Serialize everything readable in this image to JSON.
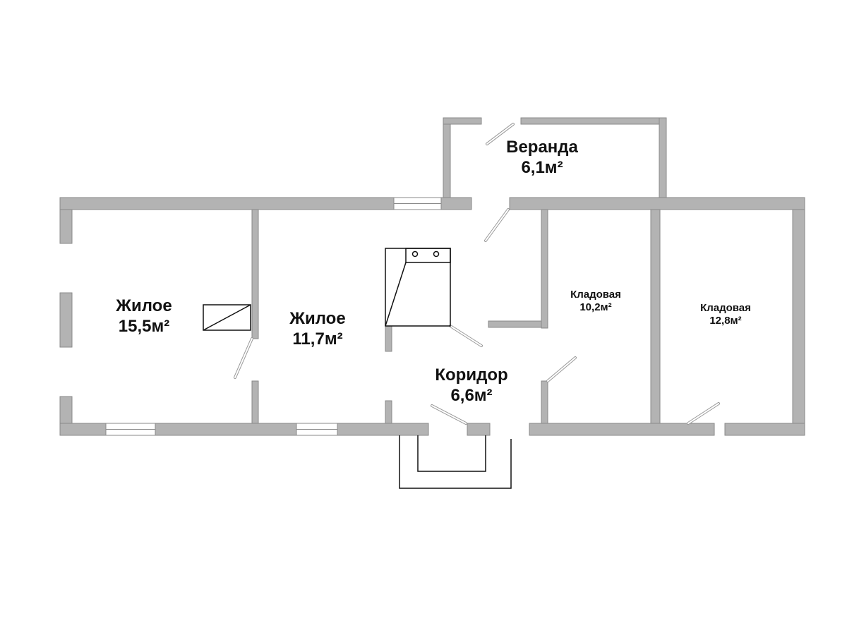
{
  "rooms": [
    {
      "name": "Веранда",
      "area": "6,1м²"
    },
    {
      "name": "Жилое",
      "area": "15,5м²"
    },
    {
      "name": "Жилое",
      "area": "11,7м²"
    },
    {
      "name": "Коридор",
      "area": "6,6м²"
    },
    {
      "name": "Кладовая",
      "area": "10,2м²"
    },
    {
      "name": "Кладовая",
      "area": "12,8м²"
    }
  ],
  "colors": {
    "wall": "#b3b3b3",
    "wall_edge": "#8a8a8a",
    "line": "#111111"
  }
}
